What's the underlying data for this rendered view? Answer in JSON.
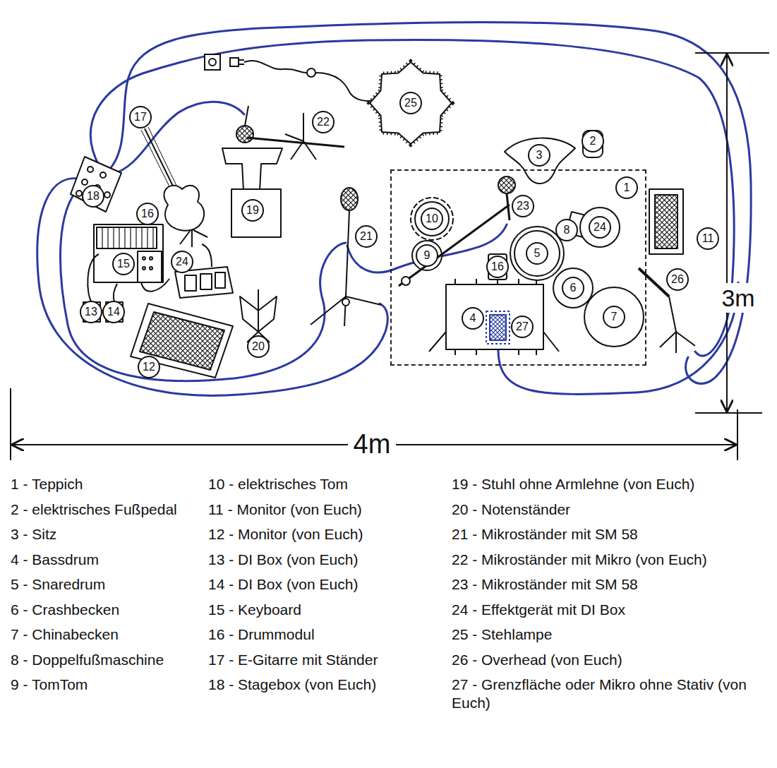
{
  "diagram": {
    "nodes": [
      {
        "text": [
          "25"
        ]
      },
      {
        "text": [
          "17"
        ]
      },
      {
        "text": [
          "22"
        ]
      },
      {
        "text": [
          "2"
        ]
      },
      {
        "text": [
          "3"
        ]
      },
      {
        "text": [
          "1"
        ]
      },
      {
        "text": [
          "23"
        ],
        "in": 5
      },
      {
        "text": [
          "10"
        ],
        "in": 5
      },
      {
        "text": [
          "24"
        ],
        "in": 5
      },
      {
        "text": [
          "8"
        ],
        "in": 5
      },
      {
        "text": [
          "5"
        ],
        "in": 5
      },
      {
        "text": [
          "9"
        ],
        "in": 5
      },
      {
        "text": [
          "16"
        ],
        "in": 5
      },
      {
        "text": [
          "6"
        ],
        "in": 5
      },
      {
        "text": [
          "7"
        ],
        "in": 5
      },
      {
        "text": [
          "4"
        ],
        "in": 5
      },
      {
        "text": [
          "27"
        ],
        "in": 5
      },
      {
        "text": [
          "18"
        ]
      },
      {
        "text": [
          "19"
        ]
      },
      {
        "text": [
          "16"
        ]
      },
      {
        "text": [
          "21"
        ]
      },
      {
        "text": [
          "11"
        ]
      },
      {
        "text": [
          "24"
        ]
      },
      {
        "text": [
          "15"
        ]
      },
      {
        "text": [
          "26"
        ]
      },
      {
        "text": [
          "13"
        ]
      },
      {
        "text": [
          "14"
        ]
      },
      {
        "text": [
          "20"
        ]
      },
      {
        "text": [
          "12"
        ]
      }
    ],
    "labels": [
      "4m",
      "3m",
      "1 - Teppich",
      "2 - elektrisches Fußpedal",
      "3 - Sitz",
      "4 - Bassdrum",
      "5 - Snaredrum",
      "6 - Crashbecken",
      "7 - Chinabecken",
      "8 - Doppelfußmaschine",
      "9 - TomTom",
      "10 - elektrisches Tom",
      "11 - Monitor (von Euch)",
      "12 - Monitor (von Euch)",
      "13 - DI Box (von Euch)",
      "14 - DI Box (von Euch)",
      "15 - Keyboard",
      "16 - Drummodul",
      "17 - E-Gitarre mit Ständer",
      "18 - Stagebox (von Euch)",
      "19 - Stuhl ohne Armlehne (von Euch)",
      "20 - Notenständer",
      "21 - Mikroständer mit SM 58",
      "22 - Mikroständer mit Mikro (von Euch)",
      "23 - Mikroständer mit SM 58",
      "24 - Effektgerät mit DI Box",
      "25 - Stehlampe",
      "26 - Overhead (von Euch)",
      "27 - Grenzfläche oder Mikro ohne Stativ (von Euch)"
    ]
  }
}
